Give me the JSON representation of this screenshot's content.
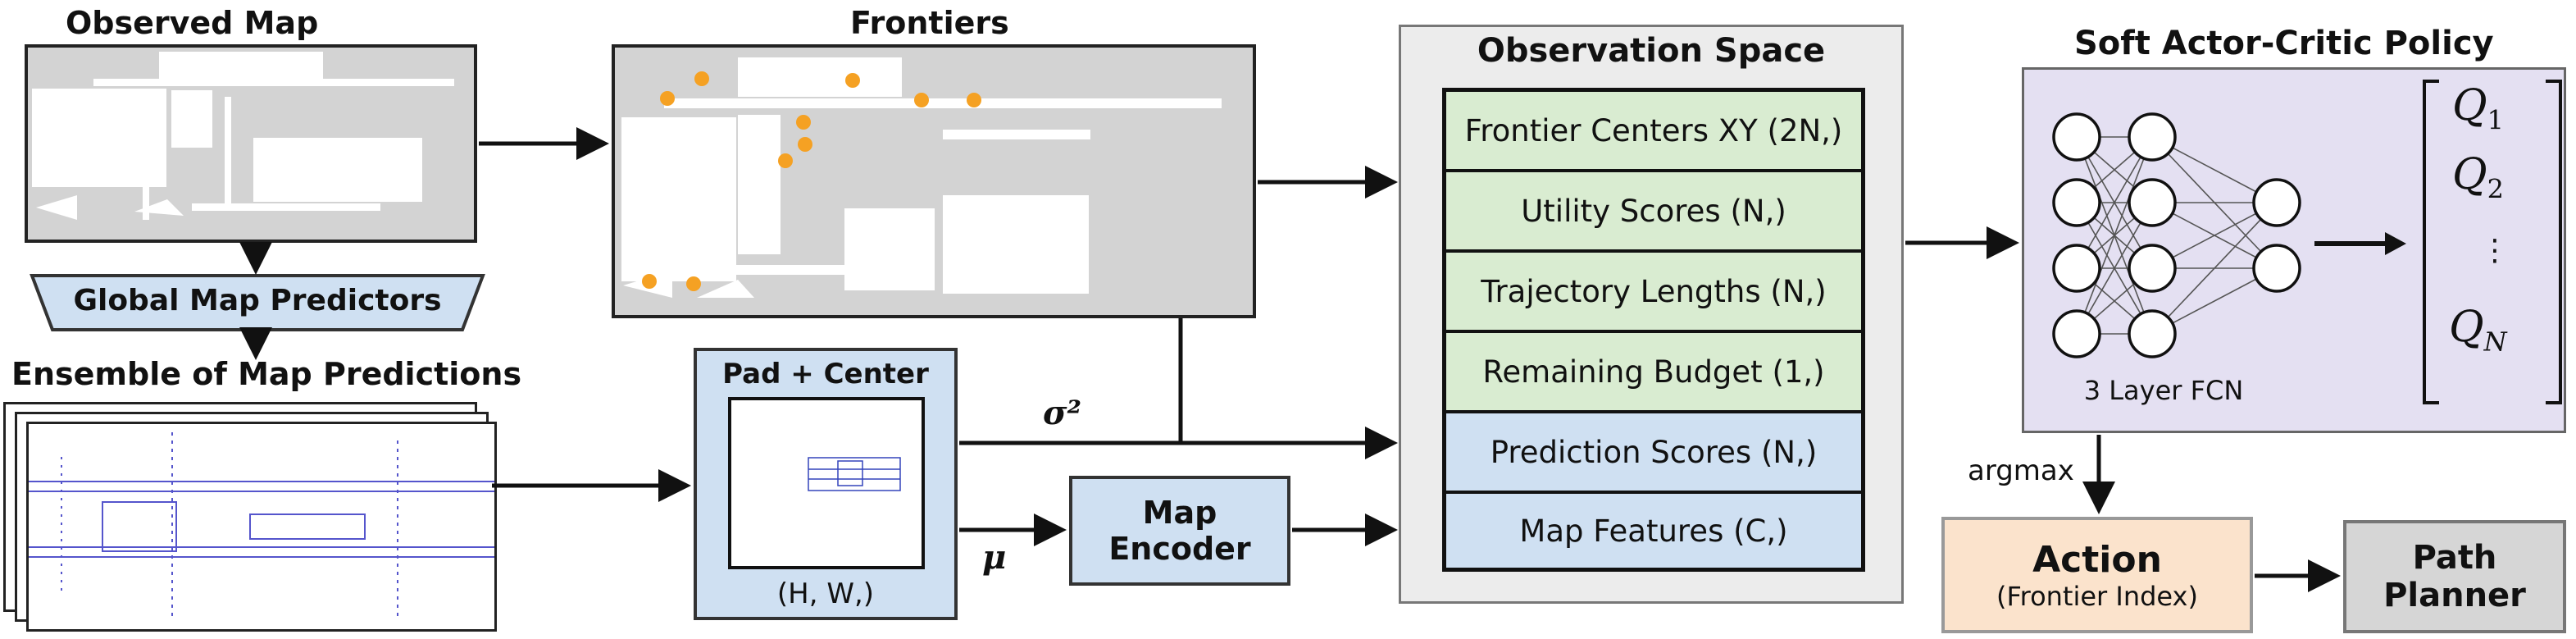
{
  "observed_map": {
    "title": "Observed Map"
  },
  "global_map_predictors": {
    "label": "Global Map Predictors"
  },
  "ensemble": {
    "title": "Ensemble of Map Predictions"
  },
  "frontiers": {
    "title": "Frontiers"
  },
  "pad_center": {
    "title": "Pad + Center",
    "shape_label": "(H, W,)"
  },
  "variance_label": "σ²",
  "mean_label": "μ",
  "map_encoder": {
    "line1": "Map",
    "line2": "Encoder"
  },
  "observation_space": {
    "title": "Observation Space",
    "rows": [
      {
        "label": "Frontier Centers XY (2N,)",
        "group": "green"
      },
      {
        "label": "Utility Scores (N,)",
        "group": "green"
      },
      {
        "label": "Trajectory Lengths (N,)",
        "group": "green"
      },
      {
        "label": "Remaining Budget (1,)",
        "group": "green"
      },
      {
        "label": "Prediction Scores (N,)",
        "group": "blue"
      },
      {
        "label": "Map Features (C,)",
        "group": "blue"
      }
    ]
  },
  "policy": {
    "title": "Soft Actor-Critic Policy",
    "network_label": "3 Layer FCN",
    "q_values": [
      "Q",
      "Q",
      "Q"
    ],
    "q_subscripts": [
      "1",
      "2",
      "N"
    ],
    "ellipsis": "⋮"
  },
  "argmax_label": "argmax",
  "action": {
    "title": "Action",
    "subtitle": "(Frontier Index)"
  },
  "path_planner": {
    "line1": "Path",
    "line2": "Planner"
  },
  "colors": {
    "green_fill": "#d9ecd1",
    "blue_fill": "#cfe0f2",
    "purple_fill": "#e4e0f2",
    "orange_fill": "#fbe3cc",
    "gray_fill": "#d6d6d6",
    "frontier_dot": "#f5a123"
  },
  "icons": [
    "arrow-right-icon",
    "arrow-down-icon",
    "neural-network-icon",
    "frontier-dot-icon"
  ]
}
